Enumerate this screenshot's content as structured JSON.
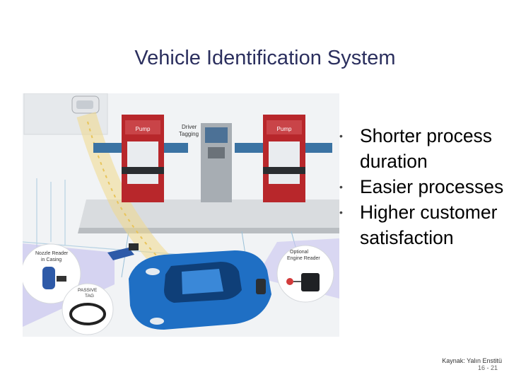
{
  "slide": {
    "title": "Vehicle Identification System",
    "bullets": [
      "Shorter process duration",
      "Easier processes",
      "Higher customer satisfaction"
    ],
    "bullet_glyph": "•",
    "source": "Kaynak: Yalın Enstitü",
    "page_number": "16 - 21"
  },
  "illustration": {
    "pump_label": "Pump",
    "driver_tagging_line1": "Driver",
    "driver_tagging_line2": "Tagging",
    "nozzle_reader_line1": "Nozzle Reader",
    "nozzle_reader_line2": "in Casing",
    "passive_tag_line1": "PASSIVE",
    "passive_tag_line2": "TAG",
    "engine_reader_line1": "Optional",
    "engine_reader_line2": "Engine Reader"
  },
  "colors": {
    "title": "#2b2f5e",
    "car": "#1f6fc4",
    "pump_red": "#b8272b",
    "accent_blue": "#2e5aa8"
  }
}
